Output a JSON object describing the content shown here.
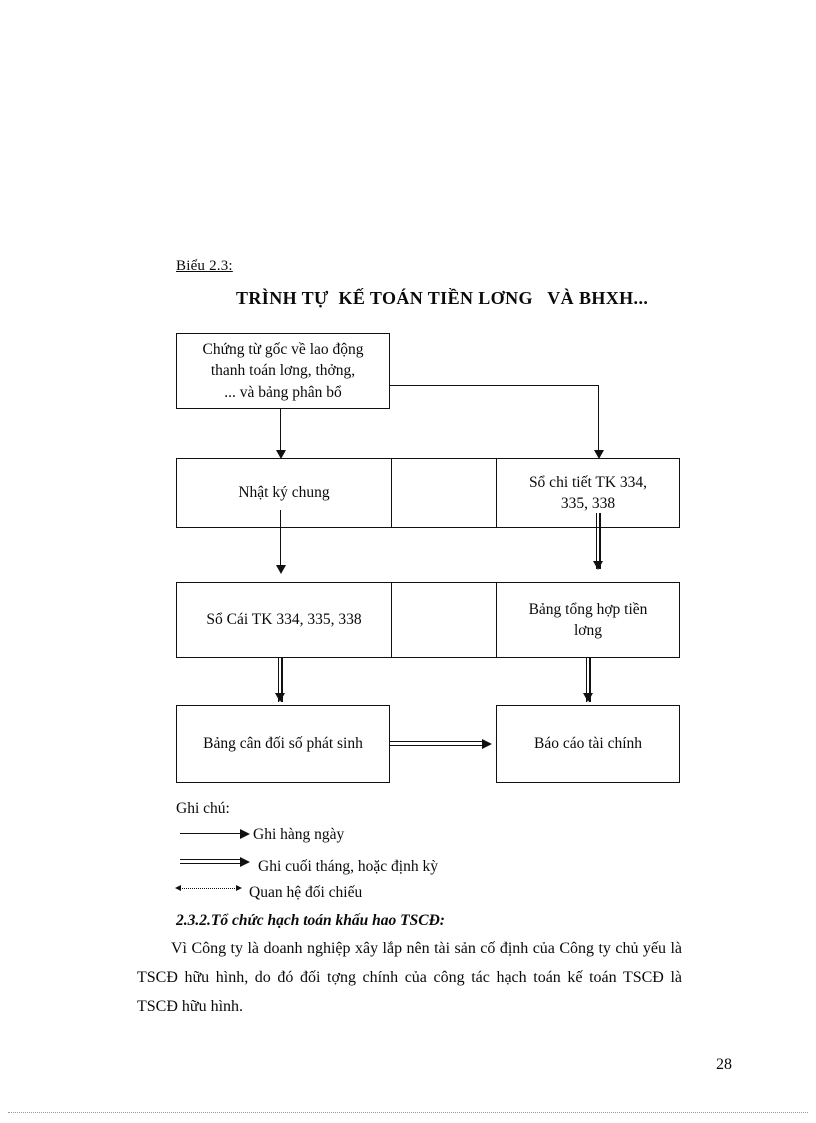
{
  "figure": {
    "label": "Biểu 2.3:",
    "title": "TRÌNH TỰ  KẾ TOÁN TIỀN LƠNG   VÀ BHXH...",
    "boxes": {
      "source": "Chứng từ gốc về lao động\nthanh toán lơng,   thởng,\n... và bảng phân bổ",
      "general_journal": "Nhật ký chung",
      "detail_ledger": "Sổ chi tiết TK 334,\n335, 338",
      "general_ledger": "Sổ Cái TK 334, 335, 338",
      "payroll_summary": "Bảng tổng hợp tiền\nlơng",
      "trial_balance": "Bảng cân đối số phát sinh",
      "financial_report": "Báo cáo tài chính",
      "spacer_middle": "",
      "spacer_middle_2": ""
    },
    "legend": {
      "title": "Ghi chú:",
      "items": [
        {
          "symbol": "single-arrow",
          "label": "Ghi hàng ngày"
        },
        {
          "symbol": "double-arrow",
          "label": "Ghi cuối tháng, hoặc định kỳ"
        },
        {
          "symbol": "dotted-double-headed-arrow",
          "label": "Quan hệ đối chiếu"
        }
      ]
    }
  },
  "document": {
    "section_heading": "2.3.2.Tổ chức hạch toán khấu hao TSCĐ:",
    "paragraph": "Vì Công ty là doanh nghiệp xây lắp nên tài sản cố định của Công ty chủ yếu là TSCĐ hữu hình, do đó đối tợng   chính của công tác hạch toán kế toán TSCĐ là TSCĐ hữu hình.",
    "page_number": "28"
  },
  "colors": {
    "ink": "#0a0a0a",
    "rule": "#111111",
    "paper": "#ffffff"
  }
}
